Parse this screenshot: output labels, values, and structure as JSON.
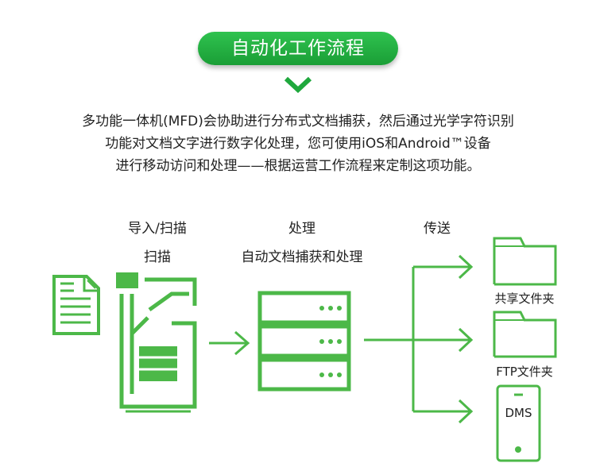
{
  "title": "自动化工作流程",
  "intro": {
    "line1": "多功能一体机(MFD)会协助进行分布式文档捕获，然后通过光学字符识别",
    "line2": "功能对文档文字进行数字化处理，您可使用iOS和Android™设备",
    "line3": "进行移动访问和处理——根据运营工作流程来定制这项功能。"
  },
  "steps": {
    "import_title": "导入/扫描",
    "import_sub": "扫描",
    "process_title": "处理",
    "process_sub": "自动文档捕获和处理",
    "send_title": "传送"
  },
  "destinations": {
    "shared_folder": "共享文件夹",
    "ftp_folder": "FTP文件夹",
    "dms": "DMS"
  },
  "colors": {
    "accent": "#4cb848",
    "pill": "#1fa83d",
    "text": "#222222"
  }
}
